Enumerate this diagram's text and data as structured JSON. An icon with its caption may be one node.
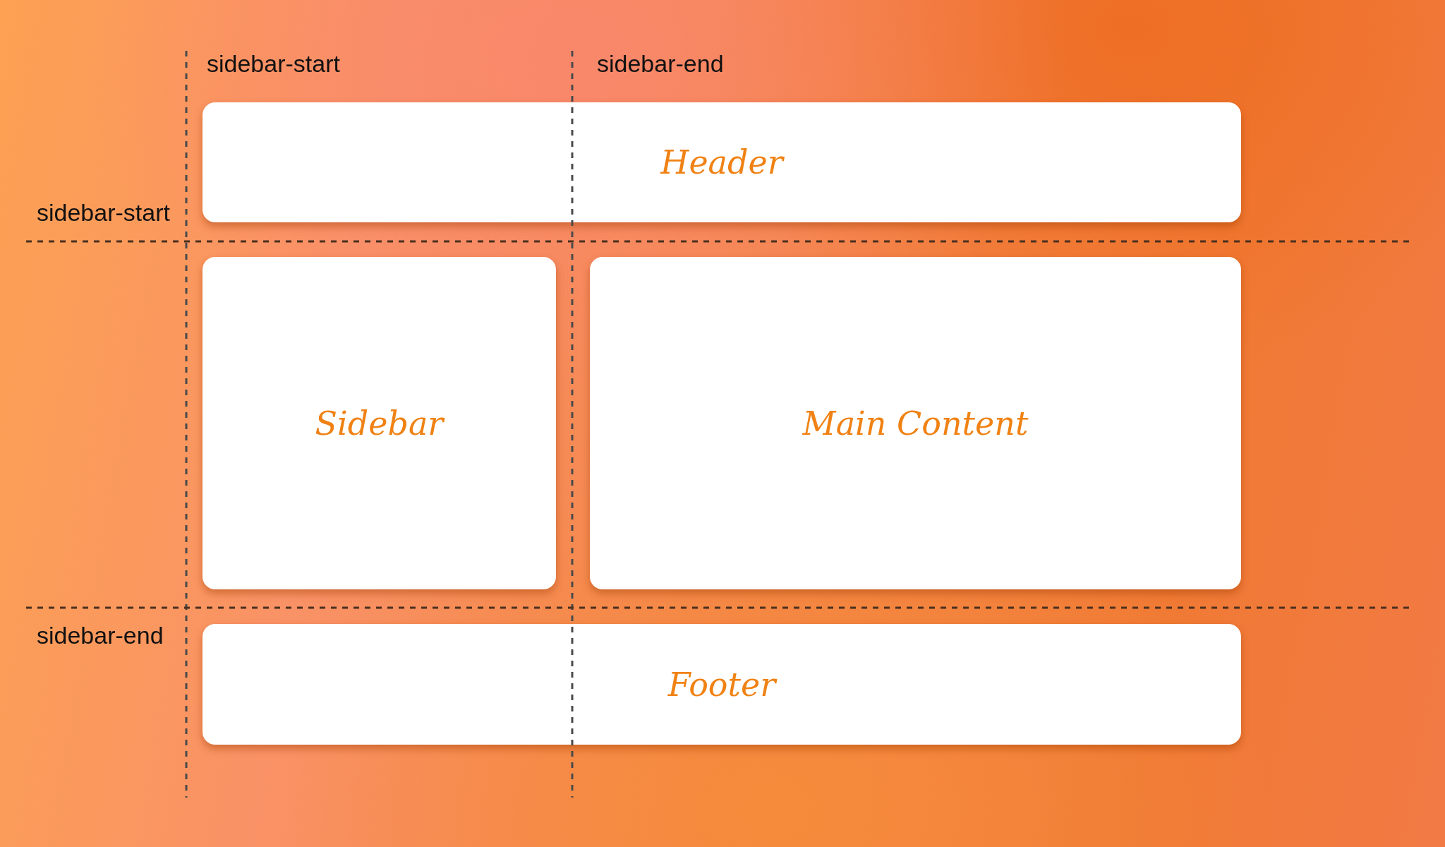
{
  "diagram": {
    "nodes": [
      {
        "text": [
          "Header"
        ]
      },
      {
        "text": [
          "Sidebar"
        ]
      },
      {
        "text": [
          "Main Content"
        ]
      },
      {
        "text": [
          "Footer"
        ]
      }
    ],
    "labels": [
      "sidebar-start",
      "sidebar-end",
      "sidebar-start",
      "sidebar-end"
    ]
  }
}
